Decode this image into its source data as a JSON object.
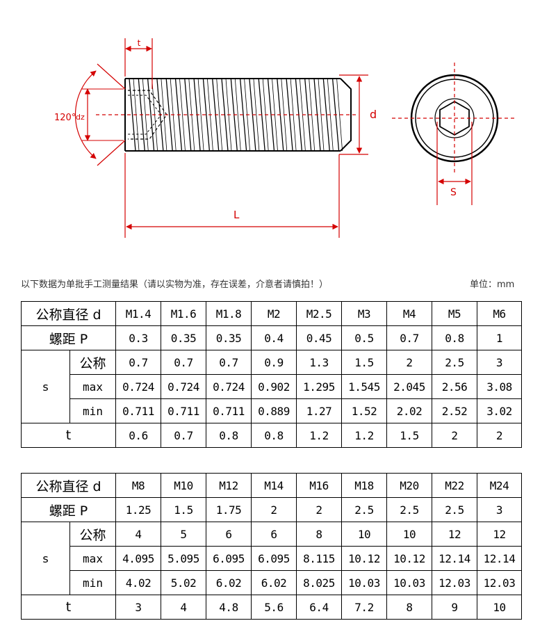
{
  "drawing": {
    "labels": {
      "angle": "120°",
      "dz": "dz",
      "t": "t",
      "d": "d",
      "L": "L",
      "s": "S"
    },
    "accent_color": "#d40000"
  },
  "note": {
    "text": "以下数据为单批手工测量结果（请以实物为准，存在误差，介意者请慎拍！）",
    "unit": "单位：mm"
  },
  "table1": {
    "row_labels": {
      "diameter": "公称直径 d",
      "pitch": "螺距 P",
      "s": "s",
      "nominal": "公称",
      "max": "max",
      "min": "min",
      "t": "t"
    },
    "sizes": [
      "M1.4",
      "M1.6",
      "M1.8",
      "M2",
      "M2.5",
      "M3",
      "M4",
      "M5",
      "M6"
    ],
    "pitch": [
      "0.3",
      "0.35",
      "0.35",
      "0.4",
      "0.45",
      "0.5",
      "0.7",
      "0.8",
      "1"
    ],
    "s_nominal": [
      "0.7",
      "0.7",
      "0.7",
      "0.9",
      "1.3",
      "1.5",
      "2",
      "2.5",
      "3"
    ],
    "s_max": [
      "0.724",
      "0.724",
      "0.724",
      "0.902",
      "1.295",
      "1.545",
      "2.045",
      "2.56",
      "3.08"
    ],
    "s_min": [
      "0.711",
      "0.711",
      "0.711",
      "0.889",
      "1.27",
      "1.52",
      "2.02",
      "2.52",
      "3.02"
    ],
    "t": [
      "0.6",
      "0.7",
      "0.8",
      "0.8",
      "1.2",
      "1.2",
      "1.5",
      "2",
      "2"
    ]
  },
  "table2": {
    "row_labels": {
      "diameter": "公称直径 d",
      "pitch": "螺距 P",
      "s": "s",
      "nominal": "公称",
      "max": "max",
      "min": "min",
      "t": "t"
    },
    "sizes": [
      "M8",
      "M10",
      "M12",
      "M14",
      "M16",
      "M18",
      "M20",
      "M22",
      "M24"
    ],
    "pitch": [
      "1.25",
      "1.5",
      "1.75",
      "2",
      "2",
      "2.5",
      "2.5",
      "2.5",
      "3"
    ],
    "s_nominal": [
      "4",
      "5",
      "6",
      "6",
      "8",
      "10",
      "10",
      "12",
      "12"
    ],
    "s_max": [
      "4.095",
      "5.095",
      "6.095",
      "6.095",
      "8.115",
      "10.12",
      "10.12",
      "12.14",
      "12.14"
    ],
    "s_min": [
      "4.02",
      "5.02",
      "6.02",
      "6.02",
      "8.025",
      "10.03",
      "10.03",
      "12.03",
      "12.03"
    ],
    "t": [
      "3",
      "4",
      "4.8",
      "5.6",
      "6.4",
      "7.2",
      "8",
      "9",
      "10"
    ]
  }
}
